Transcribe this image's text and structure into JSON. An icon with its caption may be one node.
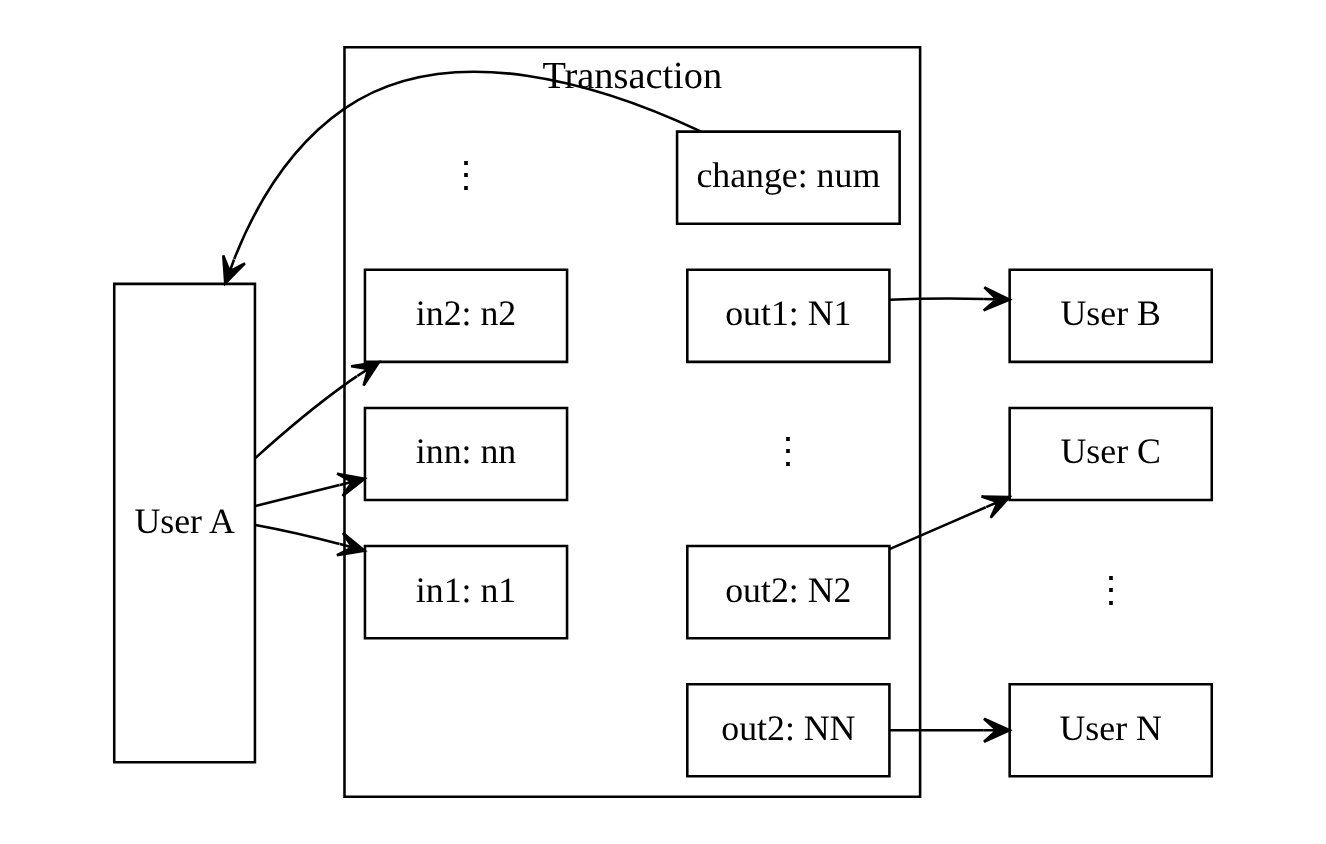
{
  "diagram": {
    "nodes": [
      {
        "text": [
          "Transaction"
        ]
      },
      {
        "text": [
          "User A"
        ]
      },
      {
        "text": [
          "in1: n1"
        ],
        "in": 0
      },
      {
        "text": [
          "out1: N1"
        ],
        "in": 0
      },
      {
        "text": [
          "in2: n2"
        ],
        "in": 0
      },
      {
        "text": [
          "out2: N2"
        ],
        "in": 0
      },
      {
        "text": [
          "inn: nn"
        ],
        "in": 0
      },
      {
        "text": [
          "out2: NN"
        ],
        "in": 0
      },
      {
        "text": [
          "change: num"
        ],
        "in": 0
      },
      {
        "text": [
          "User B"
        ]
      },
      {
        "text": [
          "User C"
        ]
      },
      {
        "text": [
          "User N"
        ]
      }
    ],
    "edges": [
      {
        "from": 1,
        "to": 2,
        "arrow": "to"
      },
      {
        "from": 1,
        "to": 4,
        "arrow": "to"
      },
      {
        "from": 1,
        "to": 6,
        "arrow": "to"
      },
      {
        "from": 3,
        "to": 9,
        "arrow": "to"
      },
      {
        "from": 5,
        "to": 10,
        "arrow": "to"
      },
      {
        "from": 7,
        "to": 11,
        "arrow": "to"
      },
      {
        "from": 8,
        "to": 1,
        "arrow": "to"
      }
    ],
    "labels": [
      "⋮",
      "⋮",
      "⋮"
    ]
  }
}
